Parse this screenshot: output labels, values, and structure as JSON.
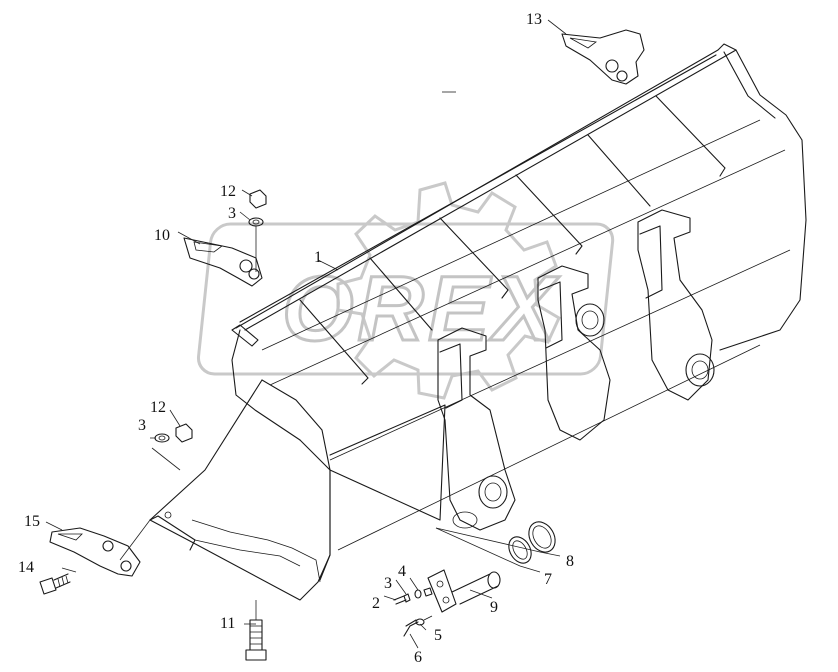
{
  "watermark": {
    "text": "OREX"
  },
  "callouts": {
    "c1": "1",
    "c2": "2",
    "c3a": "3",
    "c3b": "3",
    "c3c": "3",
    "c4": "4",
    "c5": "5",
    "c6": "6",
    "c7": "7",
    "c8": "8",
    "c9": "9",
    "c10": "10",
    "c11": "11",
    "c12a": "12",
    "c12b": "12",
    "c13": "13",
    "c14": "14",
    "c15": "15"
  }
}
